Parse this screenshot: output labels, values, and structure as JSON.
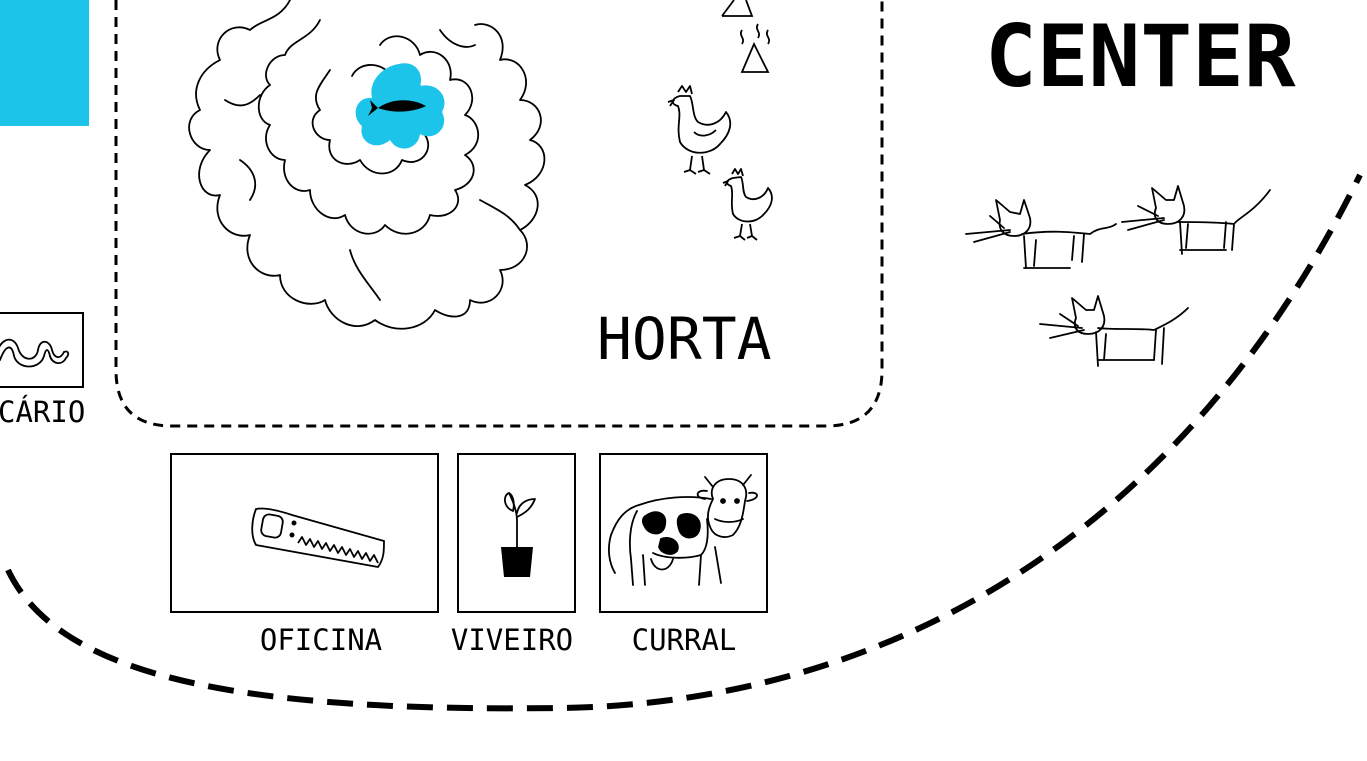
{
  "title": "CENTER",
  "colors": {
    "accent": "#1cc4ea",
    "ink": "#000000",
    "background": "#ffffff"
  },
  "horta": {
    "label": "HORTA"
  },
  "left_partial": {
    "label": "CÁRIO",
    "icon": "worm-icon"
  },
  "facilities": [
    {
      "label": "OFICINA",
      "icon": "saw-icon"
    },
    {
      "label": "VIVEIRO",
      "icon": "seedling-pot-icon"
    },
    {
      "label": "CURRAL",
      "icon": "cow-icon"
    }
  ],
  "map_icons": [
    "maze-icon",
    "fish-icon",
    "hen-icon",
    "cat-icon",
    "compost-heap-icon"
  ]
}
